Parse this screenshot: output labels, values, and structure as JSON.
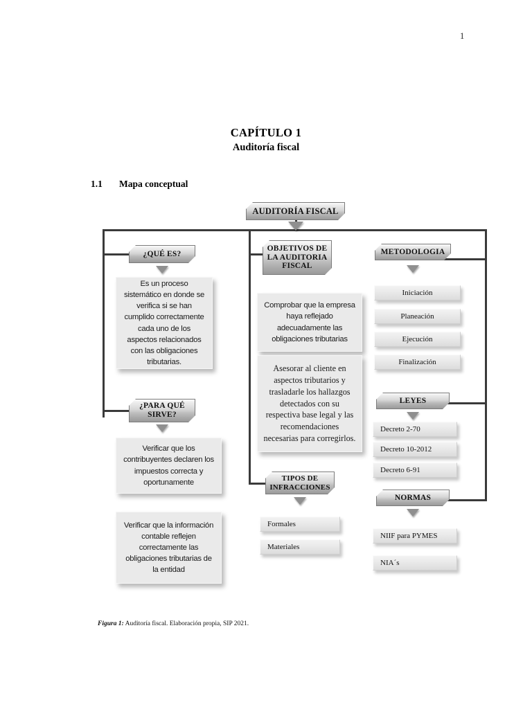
{
  "page": {
    "page_number": "1",
    "title": "CAPÍTULO 1",
    "subtitle": "Auditoría fiscal",
    "section": {
      "number": "1.1",
      "label": "Mapa conceptual"
    },
    "caption": {
      "figure_label": "Figura 1:",
      "text": " Auditoría fiscal. Elaboración propia, SIP 2021."
    }
  },
  "diagram": {
    "root": {
      "label": "AUDITORÍA FISCAL"
    },
    "branches": {
      "que_es": {
        "header": "¿QUÉ ES?",
        "body": "Es un proceso sistemático en donde se verifica si se han cumplido correctamente cada uno de los aspectos relacionados con las obligaciones tributarias."
      },
      "para_que_sirve": {
        "header": "¿PARA QUÉ SIRVE?",
        "body_1": "Verificar que los contribuyentes declaren los impuestos correcta y oportunamente",
        "body_2": "Verificar que la información contable reflejen correctamente las obligaciones tributarias de la entidad"
      },
      "objetivos": {
        "header": "OBJETIVOS DE LA AUDITORIA FISCAL",
        "body_1": "Comprobar que la empresa haya reflejado adecuadamente las obligaciones tributarias",
        "body_2": "Asesorar al cliente en aspectos tributarios y trasladarle los hallazgos detectados con su respectiva base legal y las recomendaciones necesarias para corregirlos."
      },
      "tipos_infracciones": {
        "header": "TIPOS DE INFRACCIONES",
        "items": [
          "Formales",
          "Materiales"
        ]
      },
      "metodologia": {
        "header": "METODOLOGIA",
        "items": [
          "Iniciación",
          "Planeación",
          "Ejecución",
          "Finalización"
        ]
      },
      "leyes": {
        "header": "LEYES",
        "items": [
          "Decreto 2-70",
          "Decreto 10-2012",
          "Decreto 6-91"
        ]
      },
      "normas": {
        "header": "NORMAS",
        "items": [
          "NIIF para PYMES",
          "NIA´s"
        ]
      }
    }
  }
}
